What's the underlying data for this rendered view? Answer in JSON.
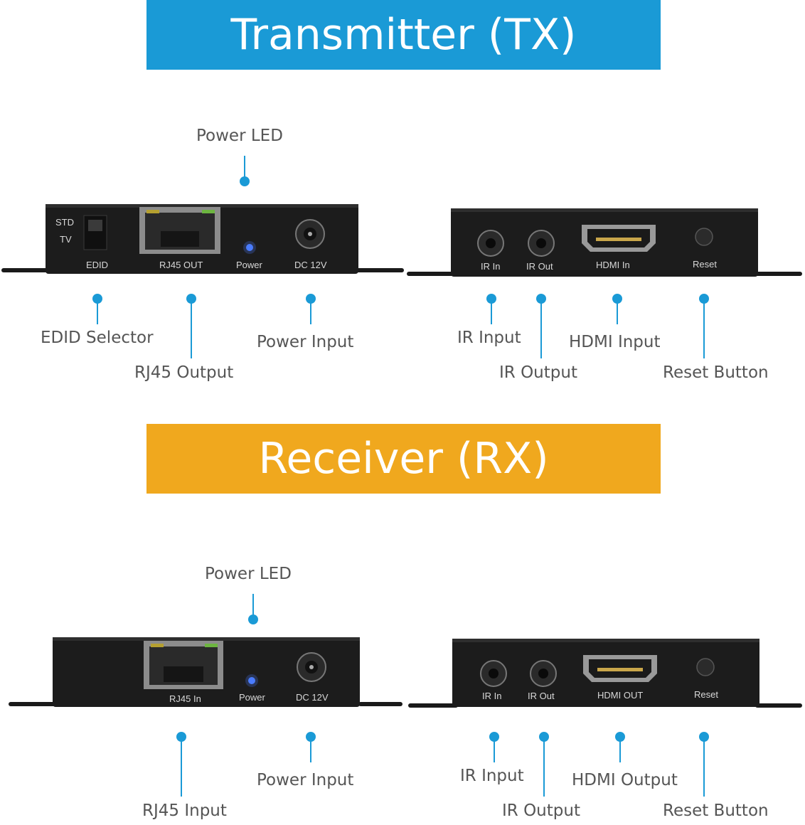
{
  "colors": {
    "accent_blue": "#1a9ad6",
    "accent_orange": "#f0a81e",
    "device_body": "#1c1c1c"
  },
  "tx": {
    "title": "Transmitter (TX)",
    "front": {
      "std": "STD",
      "tv": "TV",
      "edid": "EDID",
      "rj45": "RJ45 OUT",
      "power": "Power",
      "dc": "DC 12V"
    },
    "back": {
      "ir_in": "IR In",
      "ir_out": "IR Out",
      "hdmi": "HDMI  In",
      "reset": "Reset"
    },
    "labels": {
      "power_led": "Power LED",
      "edid_selector": "EDID Selector",
      "rj45": "RJ45 Output",
      "power_input": "Power Input",
      "ir_input": "IR Input",
      "ir_output": "IR Output",
      "hdmi": "HDMI Input",
      "reset_button": "Reset Button"
    }
  },
  "rx": {
    "title": "Receiver (RX)",
    "front": {
      "rj45": "RJ45 In",
      "power": "Power",
      "dc": "DC 12V"
    },
    "back": {
      "ir_in": "IR In",
      "ir_out": "IR Out",
      "hdmi": "HDMI  OUT",
      "reset": "Reset"
    },
    "labels": {
      "power_led": "Power LED",
      "rj45": "RJ45 Input",
      "power_input": "Power Input",
      "ir_input": "IR Input",
      "ir_output": "IR Output",
      "hdmi": "HDMI Output",
      "reset_button": "Reset Button"
    }
  }
}
